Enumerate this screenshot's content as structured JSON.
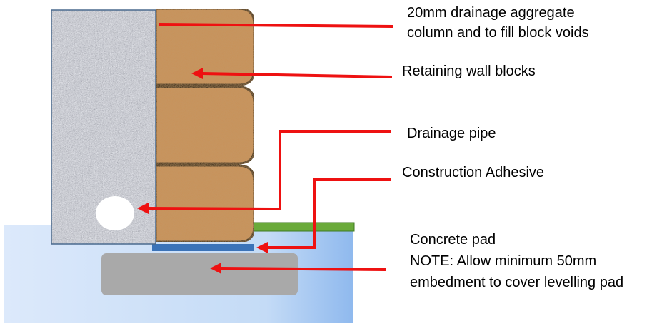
{
  "labels": {
    "aggregate": {
      "line1": "20mm drainage aggregate",
      "line2": "column and to fill block voids"
    },
    "blocks": "Retaining wall blocks",
    "pipe": "Drainage pipe",
    "adhesive": "Construction Adhesive",
    "concrete": {
      "line1": "Concrete pad",
      "line2": "NOTE: Allow minimum 50mm",
      "line3": "embedment to cover levelling pad"
    }
  },
  "colors": {
    "leader_arrow": "#ee1111",
    "block_fill": "#c8915a",
    "block_outline": "#000000",
    "aggregate_fill": "#c9ccd2",
    "ground": "#bcd6f5",
    "concrete_pad": "#a9a9a9",
    "adhesive_strip": "#3b73b8",
    "grass_strip": "#6aaa3a",
    "pipe": "#ffffff"
  },
  "icons": {
    "arrow": "arrowhead"
  }
}
